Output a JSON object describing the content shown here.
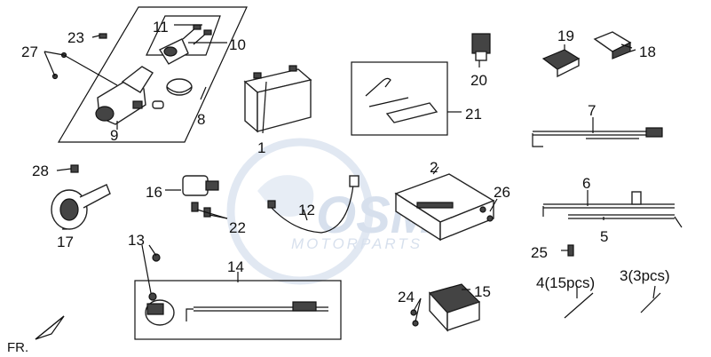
{
  "watermark": {
    "brand": "OSM",
    "subtitle": "MOTORPARTS"
  },
  "direction_label": "FR.",
  "callouts": [
    "1",
    "2",
    "3(3pcs)",
    "4(15pcs)",
    "5",
    "6",
    "7",
    "8",
    "9",
    "10",
    "11",
    "12",
    "13",
    "14",
    "15",
    "16",
    "17",
    "18",
    "19",
    "20",
    "21",
    "22",
    "23",
    "24",
    "25",
    "26",
    "27",
    "28"
  ],
  "colors": {
    "line": "#111111",
    "watermark": "#b8c8df",
    "background": "#ffffff"
  }
}
